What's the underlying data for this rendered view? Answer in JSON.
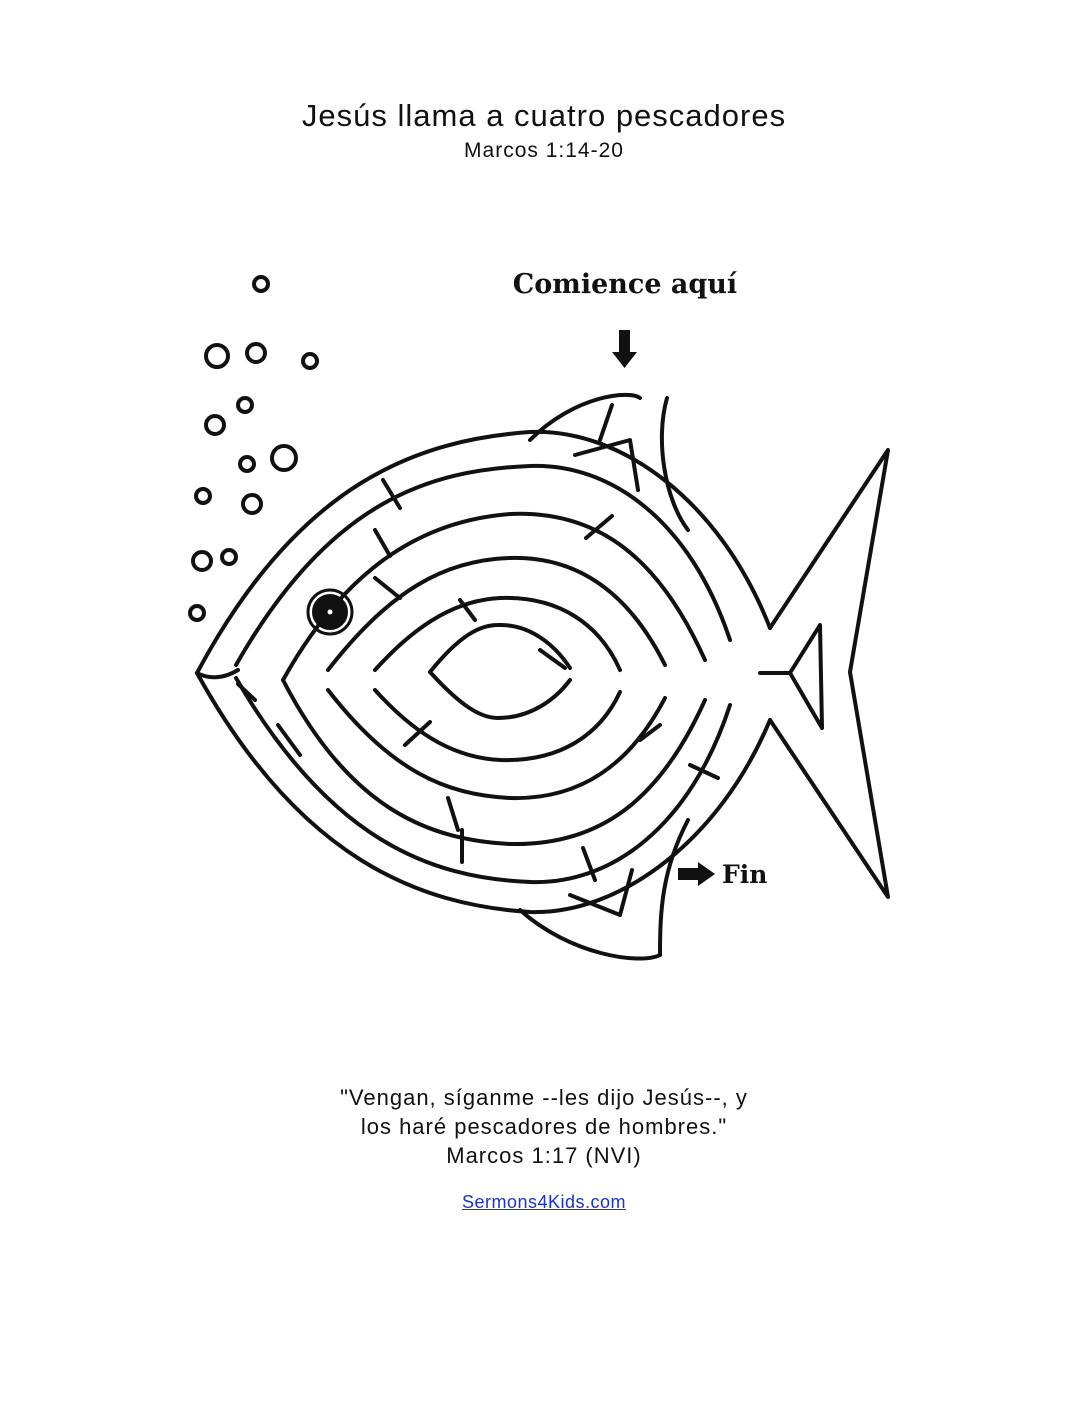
{
  "header": {
    "title": "Jesús llama a cuatro pescadores",
    "subtitle": "Marcos 1:14-20"
  },
  "maze": {
    "start_label": "Comience aquí",
    "end_label": "Fin"
  },
  "quote": {
    "line1": "\"Vengan, síganme --les dijo Jesús--, y",
    "line2": "los haré pescadores de hombres.\"",
    "reference": "Marcos 1:17 (NVI)"
  },
  "footer": {
    "link_text": "Sermons4Kids.com"
  },
  "colors": {
    "ink": "#111111",
    "link": "#1a33c8"
  }
}
